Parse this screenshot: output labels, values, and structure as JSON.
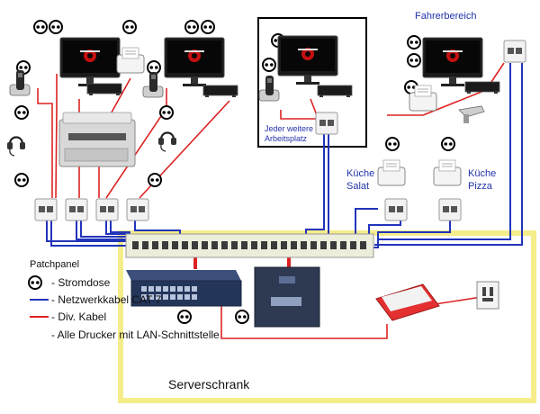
{
  "labels": {
    "fahrerbereich": "Fahrerbereich",
    "jeder_weitere_line1": "Jeder weitere",
    "jeder_weitere_line2": "Arbeitsplatz",
    "kueche_salat_line1": "Küche",
    "kueche_salat_line2": "Salat",
    "kueche_pizza_line1": "Küche",
    "kueche_pizza_line2": "Pizza",
    "patchpanel": "Patchpanel",
    "serverschrank": "Serverschrank"
  },
  "legend": {
    "stromdose": "- Stromdose",
    "netzwerkkabel": "- Netzwerkkabel CAT 7",
    "div_kabel": "- Div. Kabel",
    "drucker": "- Alle Drucker mit LAN-Schnittstelle"
  },
  "colors": {
    "network_cable": "#2233bb",
    "misc_cable": "#dd2222",
    "server_cabinet_border": "#f5ec8a",
    "screen": "#111111",
    "logo_red": "#cc1111"
  },
  "icons": {
    "power_socket": "power-socket-icon",
    "monitor": "monitor-icon",
    "network_socket": "network-socket-icon",
    "printer": "receipt-printer-icon",
    "phone": "cordless-phone-icon",
    "headset": "headset-icon",
    "switch": "network-switch-icon",
    "router": "router-icon",
    "scanner": "barcode-scanner-icon"
  }
}
